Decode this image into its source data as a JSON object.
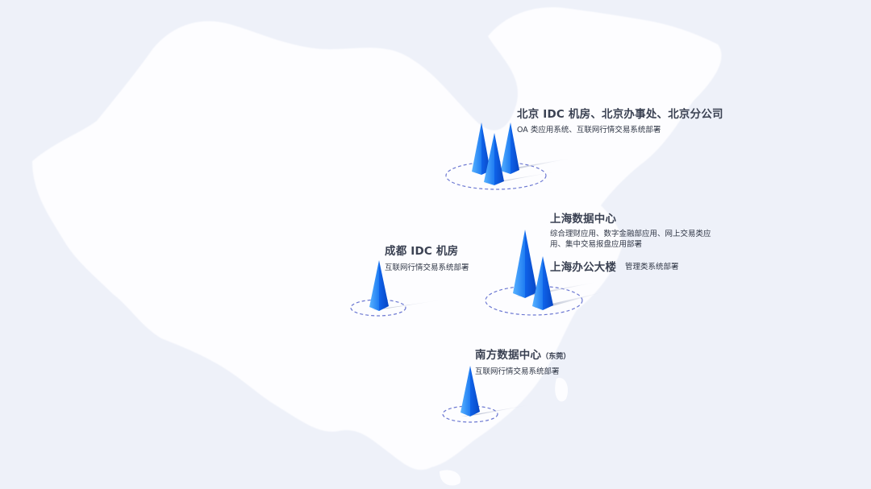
{
  "colors": {
    "background": "#eef1f9",
    "land": "#fdfdff",
    "pin_light": "#3d9bff",
    "pin_dark": "#0a56e0",
    "ring": "#6c78d2",
    "shadow": "#b9c0d3"
  },
  "sites": [
    {
      "id": "beijing",
      "title": "北京 IDC 机房、北京办事处、北京分公司",
      "desc": "OA 类应用系统、互联网行情交易系统部署",
      "pins": 3
    },
    {
      "id": "shanghai-dc",
      "title": "上海数据中心",
      "desc": "综合理财应用、数字金融部应用、网上交易类应用、集中交易报盘应用部署",
      "pins": 1
    },
    {
      "id": "shanghai-office",
      "title": "上海办公大楼",
      "desc": "管理类系统部署",
      "pins": 1
    },
    {
      "id": "chengdu",
      "title": "成都 IDC 机房",
      "desc": "互联网行情交易系统部署",
      "pins": 1
    },
    {
      "id": "south",
      "title": "南方数据中心",
      "note": "（东莞）",
      "desc": "互联网行情交易系统部署",
      "pins": 1
    }
  ]
}
